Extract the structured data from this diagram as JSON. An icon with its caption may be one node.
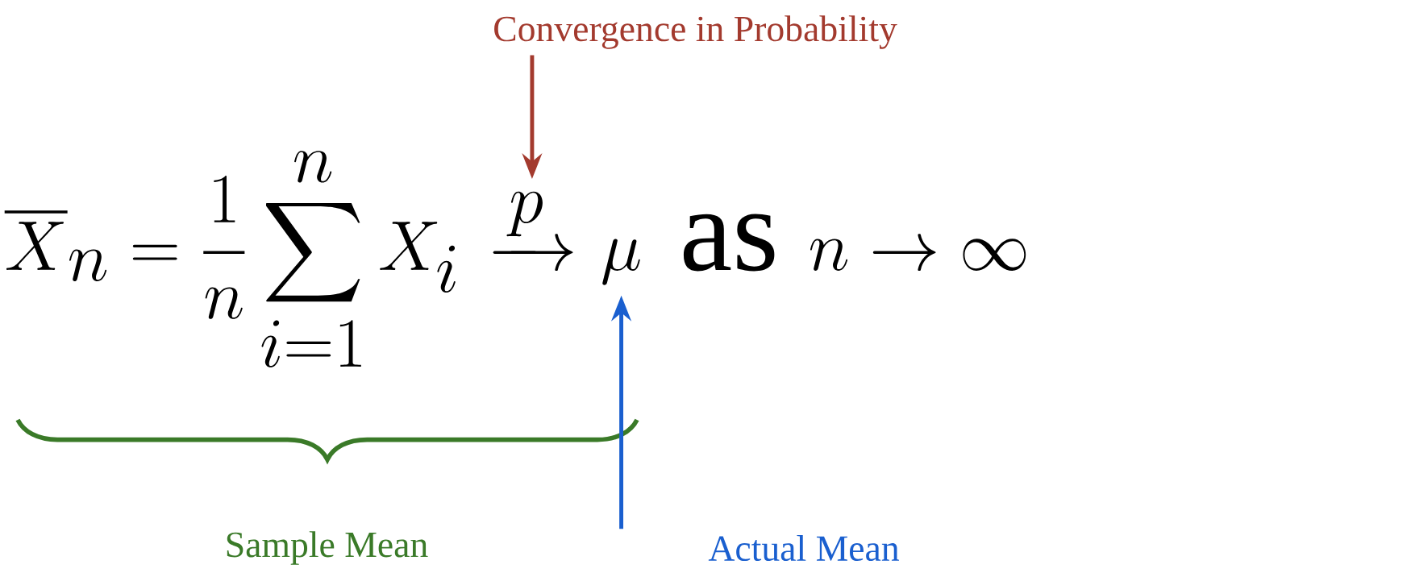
{
  "diagram": {
    "nodes": [
      {
        "text": [
          "Convergence in Probability"
        ]
      },
      {
        "text": [
          "\\overline{X}_n = \\frac{1}{n}\\sum_{i=1}^{n} X_i"
        ]
      },
      {
        "text": [
          "\\xrightarrow{p}"
        ]
      },
      {
        "text": [
          "\\mu"
        ]
      },
      {
        "text": [
          "\\mathrm{as}\\ n \\to \\infty"
        ]
      },
      {
        "text": [
          "Actual Mean"
        ]
      }
    ],
    "edges": [
      {
        "from": 0,
        "to": 2,
        "arrow": "to",
        "color": "#a33a2e"
      },
      {
        "from": 5,
        "to": 3,
        "arrow": "to",
        "color": "#1a5fcf"
      }
    ],
    "labels": [
      "Sample Mean"
    ]
  }
}
